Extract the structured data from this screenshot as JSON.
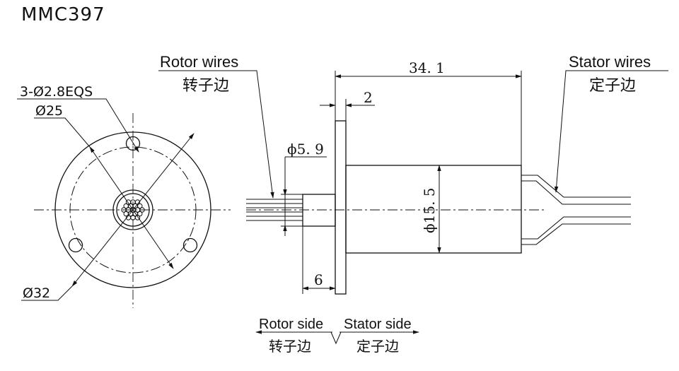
{
  "title": "MMC397",
  "front_view": {
    "hole_spec": "3-Ø2.8EQS",
    "pitch_diameter": "Ø25",
    "outer_diameter": "Ø32"
  },
  "side_view": {
    "rotor_wires_en": "Rotor wires",
    "rotor_wires_cn": "转子边",
    "stator_wires_en": "Stator wires",
    "stator_wires_cn": "定子边",
    "overall_length": "34. 1",
    "flange_thickness": "2",
    "shaft_diameter": "ϕ5. 9",
    "body_diameter": "ϕ15. 5",
    "shaft_length": "6"
  },
  "legend": {
    "rotor_side_en": "Rotor side",
    "rotor_side_cn": "转子边",
    "stator_side_en": "Stator side",
    "stator_side_cn": "定子边"
  }
}
